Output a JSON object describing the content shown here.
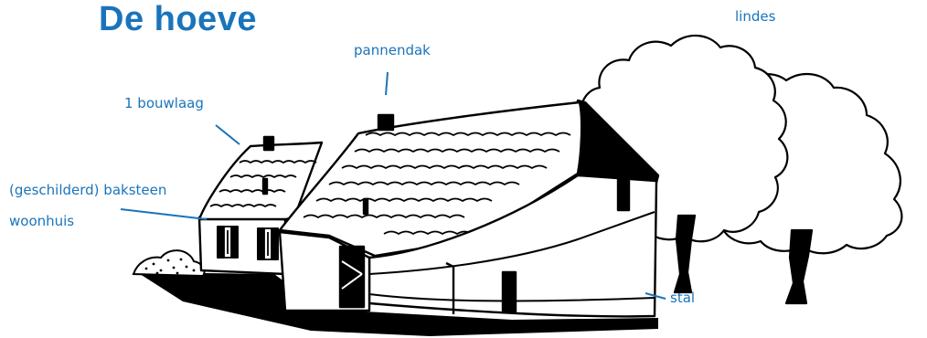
{
  "title": "De hoeve",
  "labels": {
    "lindes": "lindes",
    "pannendak": "pannendak",
    "bouwlaag": "1 bouwlaag",
    "baksteen": "(geschilderd) baksteen",
    "woonhuis": "woonhuis",
    "stal": "stal"
  },
  "colors": {
    "accent": "#1a74bb",
    "ink": "#000000",
    "paper": "#ffffff"
  },
  "icons": [
    "farmhouse-illustration",
    "linden-tree-illustration"
  ]
}
